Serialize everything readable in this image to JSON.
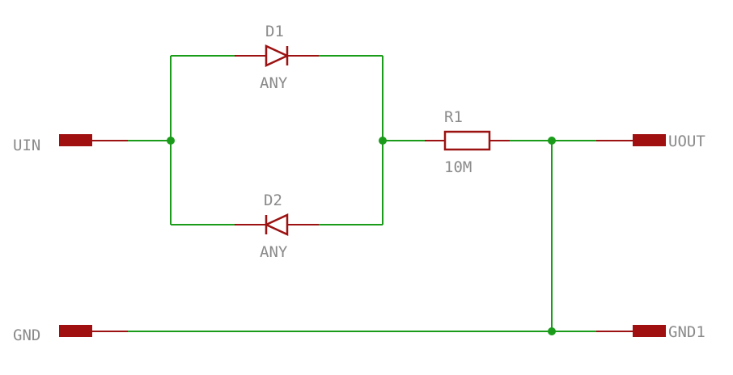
{
  "colors": {
    "wire": "#1a9c1a",
    "component": "#9c1212",
    "pin": "#a01010",
    "junction": "#1a9c1a",
    "label": "#8a8a8a",
    "background": "#ffffff"
  },
  "ports": {
    "uin": "UIN",
    "gnd": "GND",
    "uout": "UOUT",
    "gnd1": "GND1"
  },
  "components": {
    "d1": {
      "name": "D1",
      "value": "ANY"
    },
    "d2": {
      "name": "D2",
      "value": "ANY"
    },
    "r1": {
      "name": "R1",
      "value": "10M"
    }
  }
}
